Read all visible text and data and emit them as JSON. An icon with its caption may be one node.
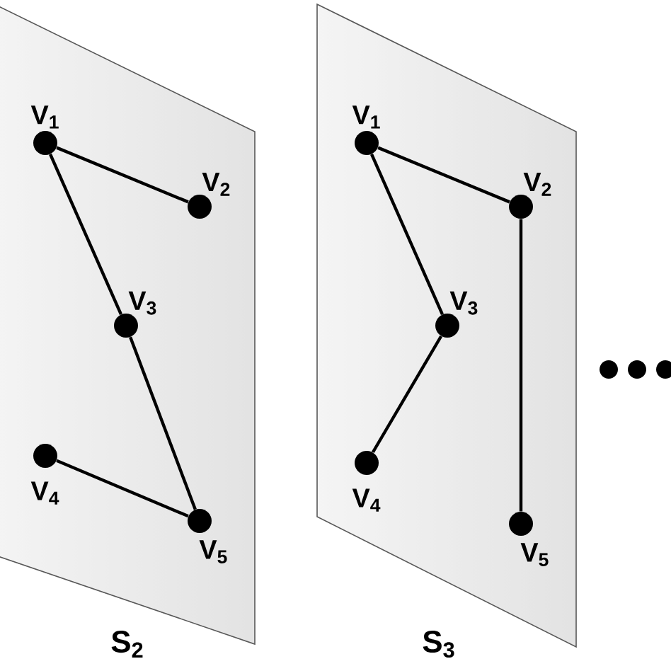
{
  "diagram": {
    "nodes": [
      {
        "text": [
          "S$_{2}$"
        ]
      },
      {
        "text": [
          "V$_{1}$"
        ],
        "in": 0
      },
      {
        "text": [
          "V$_{2}$"
        ],
        "in": 0
      },
      {
        "text": [
          "V$_{3}$"
        ],
        "in": 0
      },
      {
        "text": [
          "V$_{4}$"
        ],
        "in": 0
      },
      {
        "text": [
          "V$_{5}$"
        ],
        "in": 0
      },
      {
        "text": [
          "S$_{3}$"
        ]
      },
      {
        "text": [
          "V$_{1}$"
        ],
        "in": 6
      },
      {
        "text": [
          "V$_{2}$"
        ],
        "in": 6
      },
      {
        "text": [
          "V$_{3}$"
        ],
        "in": 6
      },
      {
        "text": [
          "V$_{4}$"
        ],
        "in": 6
      },
      {
        "text": [
          "V$_{5}$"
        ],
        "in": 6
      }
    ],
    "edges": [
      {
        "from": 1,
        "to": 2,
        "arrow": "none"
      },
      {
        "from": 1,
        "to": 3,
        "arrow": "none"
      },
      {
        "from": 3,
        "to": 5,
        "arrow": "none"
      },
      {
        "from": 4,
        "to": 5,
        "arrow": "none"
      },
      {
        "from": 7,
        "to": 9,
        "arrow": "none"
      },
      {
        "from": 9,
        "to": 10,
        "arrow": "none"
      },
      {
        "from": 7,
        "to": 8,
        "arrow": "none"
      },
      {
        "from": 8,
        "to": 11,
        "arrow": "none"
      }
    ]
  }
}
